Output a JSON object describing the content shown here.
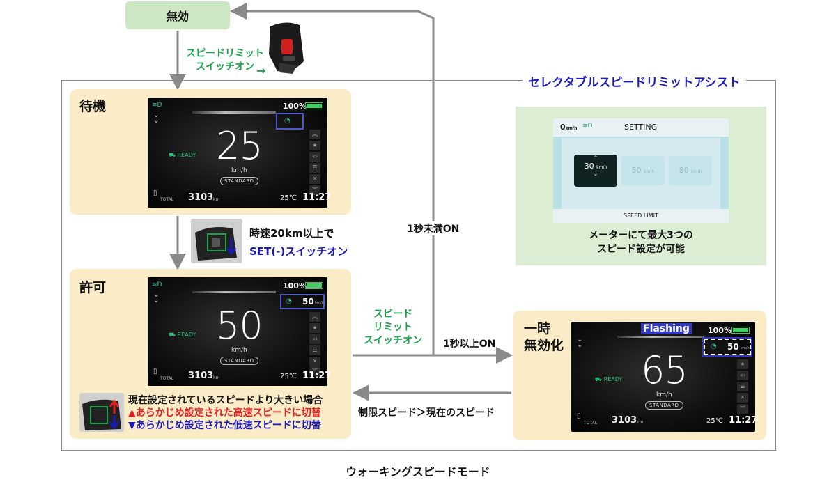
{
  "states": {
    "disabled": "無効",
    "standby": "待機",
    "permit": "許可",
    "pause": "一時\n無効化"
  },
  "frame_title": "セレクタブルスピードリミットアシスト",
  "bottom_title": "ウォーキングスピードモード",
  "transitions": {
    "switch_on": [
      "スピードリミット",
      "スイッチオン"
    ],
    "under_1s": "1秒未満ON",
    "set_switch_line1": "時速20km以上で",
    "set_switch_line2": "SET(-)スイッチオン",
    "limit_switch": [
      "スピード",
      "リミット",
      "スイッチオン"
    ],
    "over_1s": "1秒以上ON",
    "limit_gt_current": "制限スピード＞現在のスピード"
  },
  "permit_notes": {
    "line1": "現在設定されているスピードより大きい場合",
    "line2": "▲あらかじめ設定された高速スピードに切替",
    "line3": "▼あらかじめ設定された低速スピードに切替"
  },
  "meters": {
    "standby": {
      "speed": "25",
      "unit": "km/h",
      "mode": "STANDARD",
      "battery": "100%",
      "odo": "3103",
      "odo_unit": "km",
      "total": "TOTAL",
      "temp": "25℃",
      "clock": "11:27",
      "ready": "READY"
    },
    "permit": {
      "speed": "50",
      "unit": "km/h",
      "mode": "STANDARD",
      "battery": "100%",
      "odo": "3103",
      "odo_unit": "km",
      "total": "TOTAL",
      "temp": "25℃",
      "clock": "11:27",
      "ready": "READY",
      "limit": "50",
      "limit_unit": "km/h"
    },
    "pause": {
      "speed": "65",
      "unit": "km/h",
      "mode": "STANDARD",
      "battery": "100%",
      "odo": "3103",
      "odo_unit": "km",
      "total": "TOTAL",
      "temp": "25℃",
      "clock": "11:27",
      "ready": "READY",
      "limit": "50",
      "limit_unit": "km/h",
      "flashing": "Flashing"
    }
  },
  "setting_screen": {
    "speed": "0",
    "speed_unit": "km/h",
    "title": "SETTING",
    "options": [
      {
        "value": "30",
        "unit": "km/h"
      },
      {
        "value": "50",
        "unit": "km/h"
      },
      {
        "value": "80",
        "unit": "km/h"
      }
    ],
    "footer": "SPEED LIMIT",
    "caption_line1": "メーターにて最大3つの",
    "caption_line2": "スピード設定が可能"
  },
  "colors": {
    "panel": "#fbecc8",
    "disabled_box": "#cde6c3",
    "setting_panel": "#dbeed3",
    "accent_blue": "#1a1ab8",
    "accent_green": "#1aa34a",
    "accent_red": "#e02020",
    "arrow": "#8a8a8a"
  }
}
